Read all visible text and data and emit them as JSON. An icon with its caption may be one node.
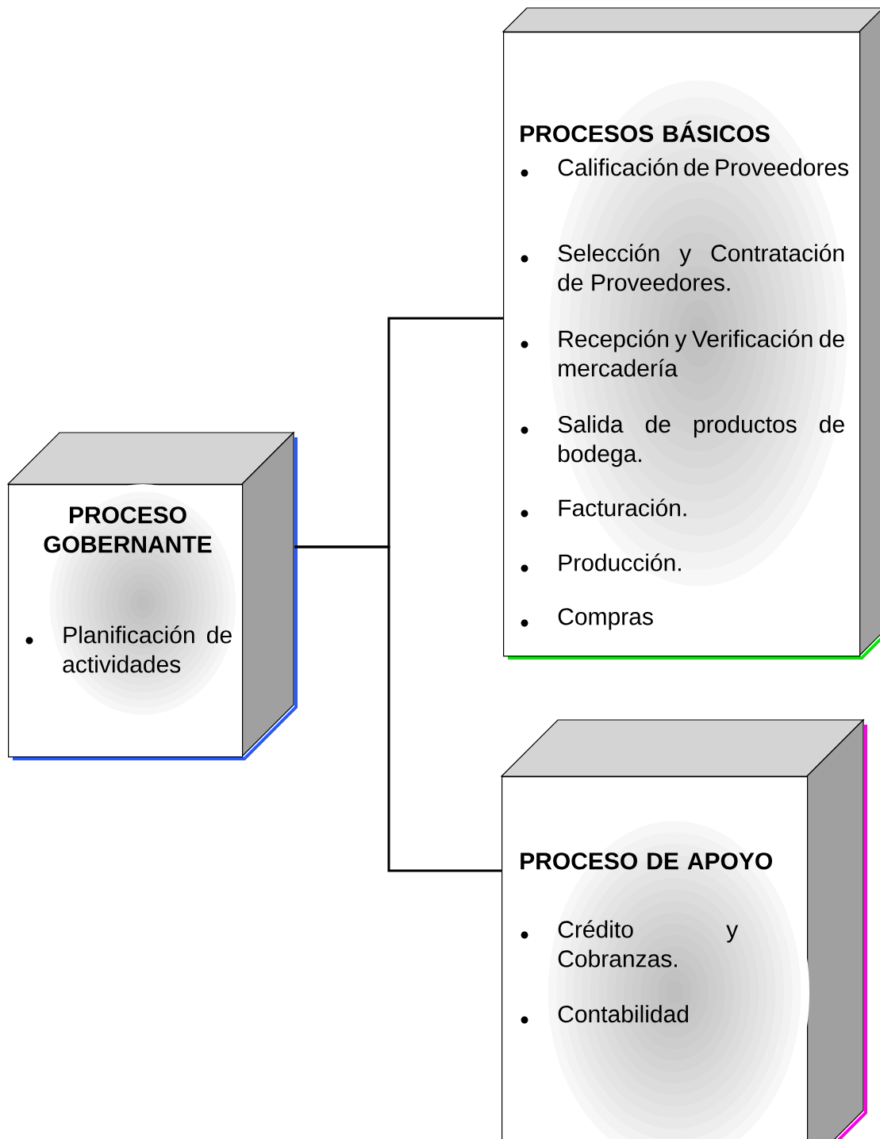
{
  "diagram": {
    "nodes": [
      {
        "text": [
          "PROCESO GOBERNANTE",
          "Planificación de actividades"
        ]
      },
      {
        "text": [
          "PROCESOS BÁSICOS",
          "Calificación de Proveedores",
          "Selección y Contratación de Proveedores.",
          "Recepción y Verificación de mercadería",
          "Salida de productos de bodega.",
          "Facturación.",
          "Producción.",
          "Compras"
        ]
      },
      {
        "text": [
          "PROCESO DE APOYO",
          "Crédito y Cobranzas.",
          "Contabilidad"
        ]
      }
    ],
    "edges": [
      {
        "from": 0,
        "to": 1,
        "arrow": "none"
      },
      {
        "from": 0,
        "to": 2,
        "arrow": "none"
      }
    ]
  }
}
